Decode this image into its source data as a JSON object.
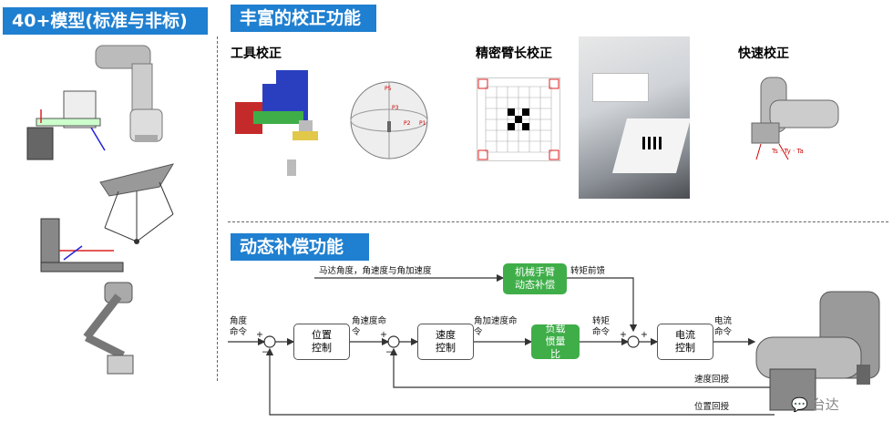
{
  "left_header": "40+模型(标准与非标)",
  "calib_header": "丰富的校正功能",
  "tool_calib": "工具校正",
  "arm_calib": "精密臂长校正",
  "quick_calib": "快速校正",
  "sphere_labels": [
    "P5",
    "P3",
    "P2",
    "P1"
  ],
  "quick_eq": "Ts · Ty · Ta",
  "comp_header": "动态补偿功能",
  "diagram": {
    "top_input": "马达角度，角速度与角加速度",
    "arm_comp": "机械手臂动态补偿",
    "torque_ff": "转矩前馈",
    "angle_cmd": "角度命令",
    "pos_ctrl": "位置控制",
    "vel_cmd": "角速度命令",
    "speed_ctrl": "速度控制",
    "acc_cmd": "角加速度命令",
    "load_ratio": "负载惯量比",
    "torque_cmd": "转矩命令",
    "current_ctrl": "电流控制",
    "current_cmd": "电流命令",
    "speed_fb": "速度回授",
    "pos_fb": "位置回授",
    "plus": "+",
    "minus": "−"
  },
  "watermark": "台达"
}
